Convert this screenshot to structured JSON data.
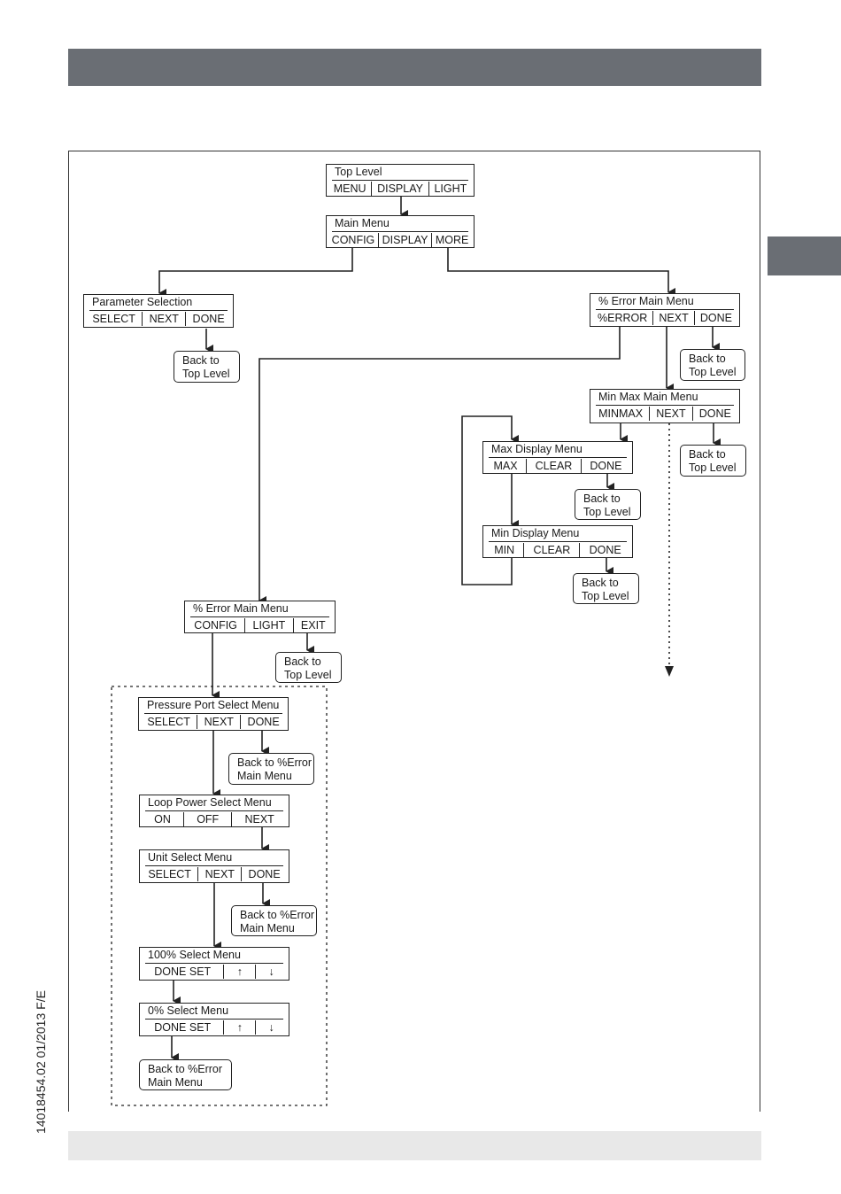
{
  "footer_code": "14018454.02 01/2013 F/E",
  "back_top_label": [
    "Back to",
    "Top Level"
  ],
  "back_error_label": [
    "Back to %Error",
    "Main Menu"
  ],
  "up_arrow": "↑",
  "down_arrow": "↓",
  "menus": {
    "top_level": {
      "title": "Top Level",
      "options": [
        "MENU",
        "DISPLAY",
        "LIGHT"
      ]
    },
    "main_menu": {
      "title": "Main Menu",
      "options": [
        "CONFIG",
        "DISPLAY",
        "MORE"
      ]
    },
    "parameter_selection": {
      "title": "Parameter Selection",
      "options": [
        "SELECT",
        "NEXT",
        "DONE"
      ]
    },
    "error_main_menu_right": {
      "title": "% Error Main Menu",
      "options": [
        "%ERROR",
        "NEXT",
        "DONE"
      ]
    },
    "min_max_main_menu": {
      "title": "Min Max  Main Menu",
      "options": [
        "MINMAX",
        "NEXT",
        "DONE"
      ]
    },
    "max_display_menu": {
      "title": "Max Display Menu",
      "options": [
        "MAX",
        "CLEAR",
        "DONE"
      ]
    },
    "min_display_menu": {
      "title": "Min Display Menu",
      "options": [
        "MIN",
        "CLEAR",
        "DONE"
      ]
    },
    "error_main_menu_left": {
      "title": "% Error Main Menu",
      "options": [
        "CONFIG",
        "LIGHT",
        "EXIT"
      ]
    },
    "pressure_port_select_menu": {
      "title": "Pressure Port Select Menu",
      "options": [
        "SELECT",
        "NEXT",
        "DONE"
      ]
    },
    "loop_power_select_menu": {
      "title": "Loop Power Select Menu",
      "options": [
        "ON",
        "OFF",
        "NEXT"
      ]
    },
    "unit_select_menu": {
      "title": "Unit Select Menu",
      "options": [
        "SELECT",
        "NEXT",
        "DONE"
      ]
    },
    "hundred_percent_select_menu": {
      "title": "100% Select Menu",
      "options": [
        "DONE SET"
      ]
    },
    "zero_percent_select_menu": {
      "title": "0% Select Menu",
      "options": [
        "DONE SET"
      ]
    }
  }
}
